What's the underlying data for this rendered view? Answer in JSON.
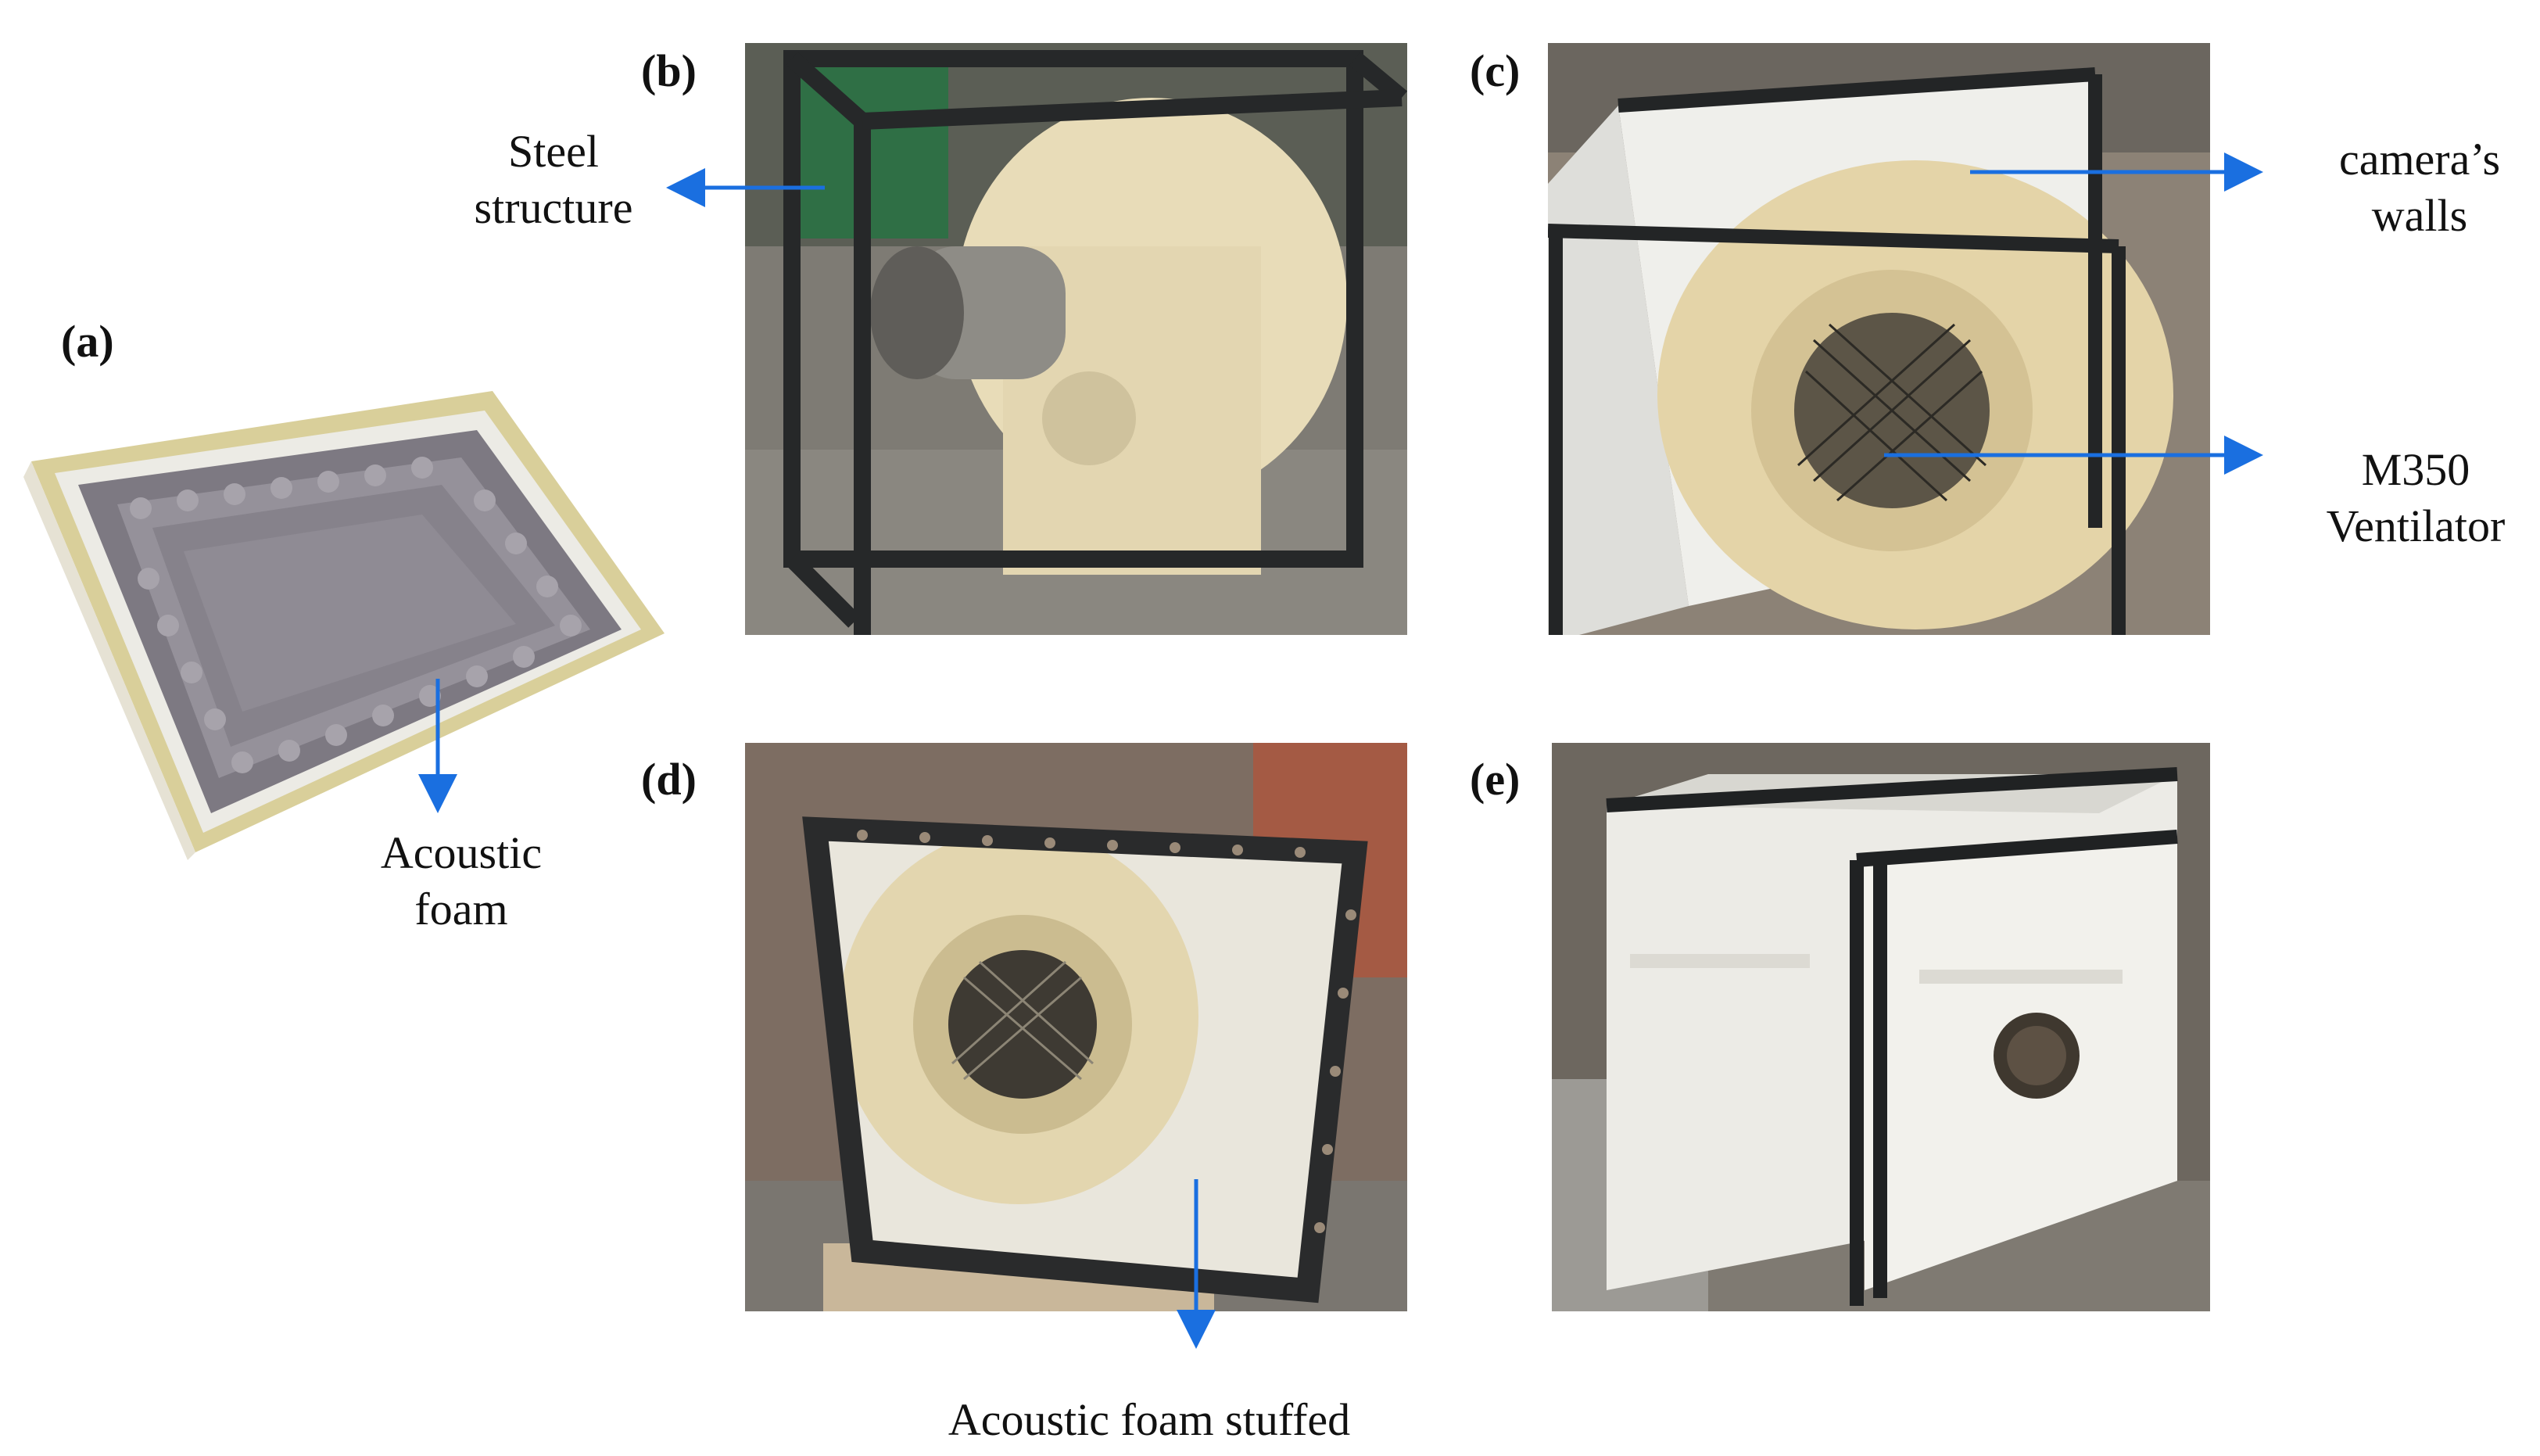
{
  "panels": {
    "a": {
      "label": "(a)",
      "callout": [
        "Acoustic",
        "foam"
      ]
    },
    "b": {
      "label": "(b)",
      "callout": [
        "Steel",
        "structure"
      ]
    },
    "c": {
      "label": "(c)",
      "callout_walls": [
        "camera’s",
        "walls"
      ],
      "callout_fan": [
        "M350",
        "Ventilator"
      ]
    },
    "d": {
      "label": "(d)",
      "callout": "Acoustic foam stuffed"
    },
    "e": {
      "label": "(e)"
    }
  },
  "colors": {
    "arrow": "#1a6fe0",
    "steel": "#2b2d2e",
    "fan_body": "#e8dcb8",
    "foam": "#8b8790",
    "wall_panel": "#eeeeea",
    "particle_board": "#d9cf9a"
  }
}
